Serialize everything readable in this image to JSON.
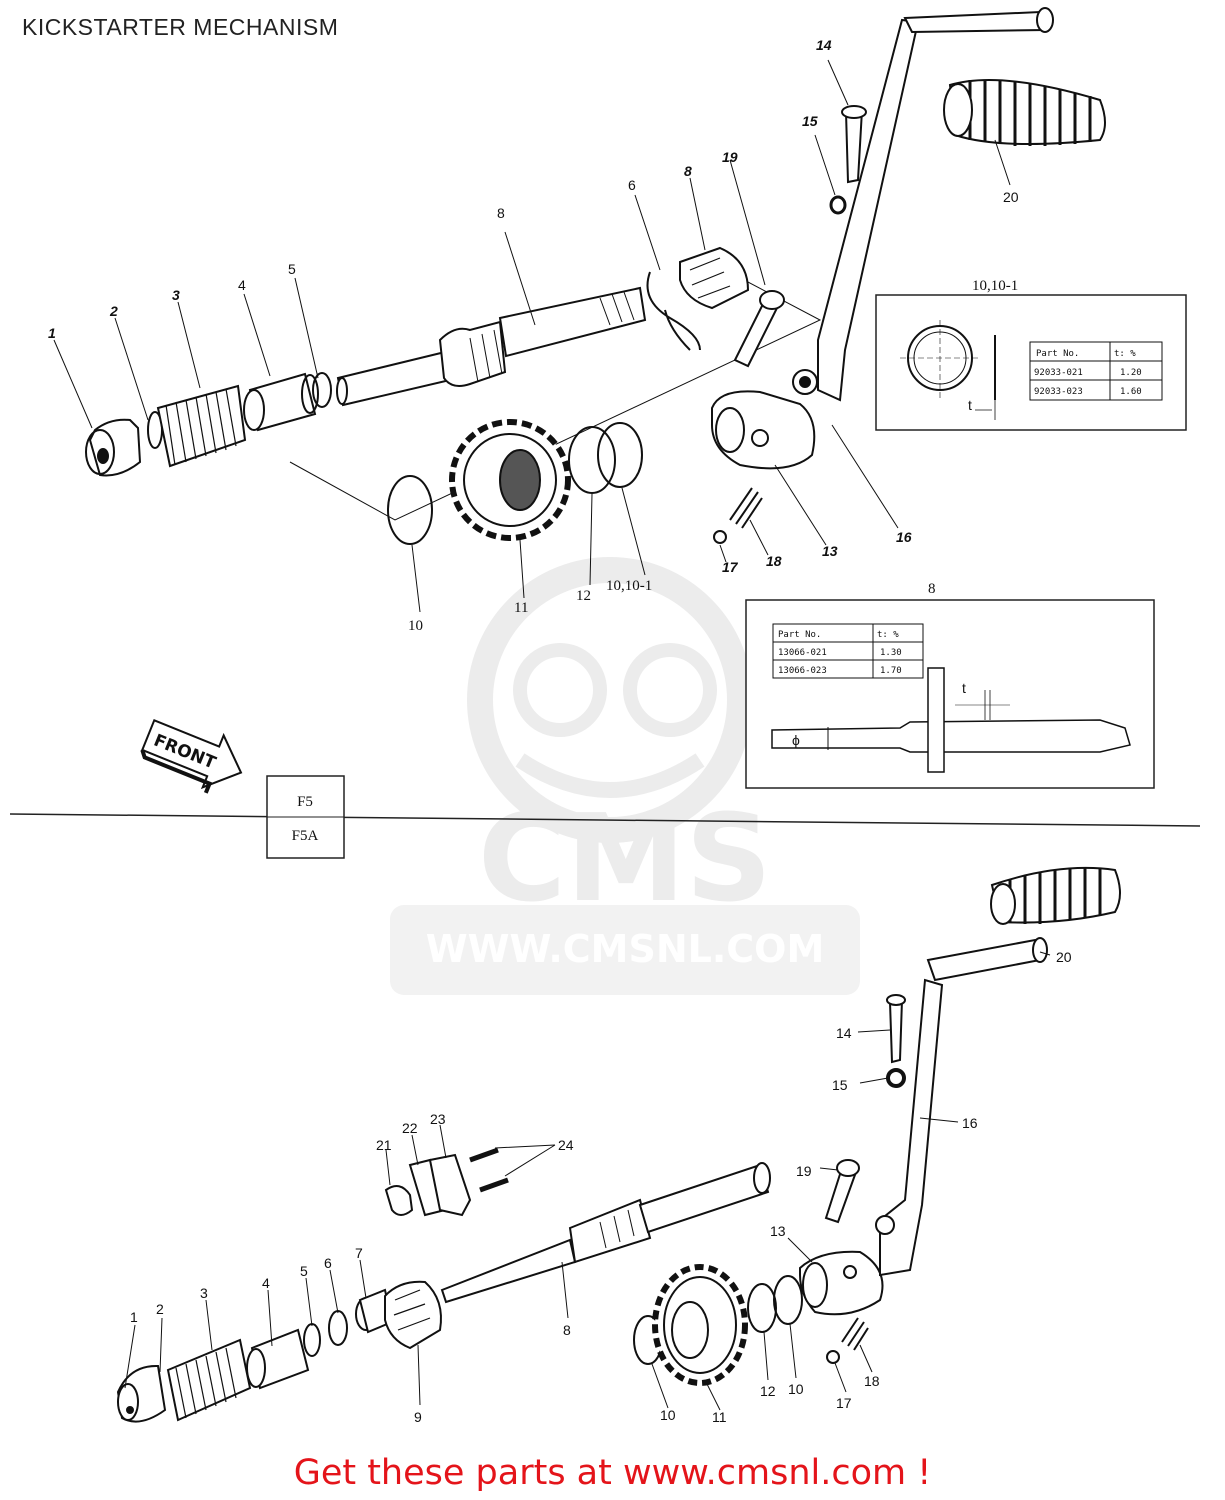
{
  "page": {
    "title": "KICKSTARTER MECHANISM",
    "cta": "Get these parts at www.cmsnl.com !",
    "accent_color": "#e4141a"
  },
  "watermark": {
    "brand": "CMS",
    "url": "WWW.CMSNL.COM"
  },
  "models": {
    "primary": "F5",
    "secondary": "F5A"
  },
  "front_arrow": "FRONT",
  "detail_ring": {
    "label": "10,10-1",
    "headers": [
      "Part No.",
      "t: %"
    ],
    "rows": [
      [
        "92033-021",
        "1.20"
      ],
      [
        "92033-023",
        "1.60"
      ]
    ],
    "dim": "t"
  },
  "detail_shaft": {
    "label": "8",
    "headers": [
      "Part No.",
      "t: %"
    ],
    "rows": [
      [
        "13066-021",
        "1.30"
      ],
      [
        "13066-023",
        "1.70"
      ]
    ],
    "dim": "t",
    "dia": "ϕ"
  },
  "top_callouts": {
    "c1": "1",
    "c2": "2",
    "c3": "3",
    "c4": "4",
    "c5": "5",
    "c6": "6",
    "c8a": "8",
    "c8b": "8",
    "c19": "19",
    "c14": "14",
    "c15": "15",
    "c20": "20",
    "c10": "10",
    "c11": "11",
    "c12": "12",
    "c1010": "10,10-1",
    "c17": "17",
    "c18": "18",
    "c13": "13",
    "c16": "16"
  },
  "bottom_callouts": {
    "c1": "1",
    "c2": "2",
    "c3": "3",
    "c4": "4",
    "c5": "5",
    "c6": "6",
    "c7": "7",
    "c9": "9",
    "c8": "8",
    "c10a": "10",
    "c11": "11",
    "c12": "12",
    "c10b": "10",
    "c17": "17",
    "c18": "18",
    "c13": "13",
    "c19": "19",
    "c16": "16",
    "c14": "14",
    "c15": "15",
    "c20": "20",
    "c21": "21",
    "c22": "22",
    "c23": "23",
    "c24": "24"
  }
}
